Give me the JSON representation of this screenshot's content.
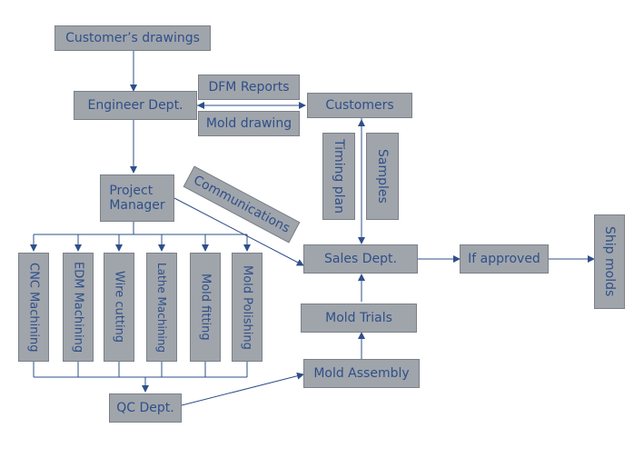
{
  "colors": {
    "box_fill": "#a0a5ab",
    "box_border": "#7a8088",
    "text": "#2f4f8a",
    "arrow": "#2f4f8a"
  },
  "nodes": {
    "customer_drawings": "Customer’s drawings",
    "engineer_dept": "Engineer Dept.",
    "dfm_reports": "DFM Reports",
    "mold_drawing": "Mold drawing",
    "customers": "Customers",
    "timing_plan": "Timing plan",
    "samples": "Samples",
    "project_manager": "Project\nManager",
    "communications": "Communications",
    "sales_dept": "Sales Dept.",
    "if_approved": "If approved",
    "ship_molds": "Ship molds",
    "cnc_machining": "CNC Machining",
    "edm_machining": "EDM Machining",
    "wire_cutting": "Wire cutting",
    "lathe_machining": "Lathe Machining",
    "mold_fitting": "Mold fitting",
    "mold_polishing": "Mold Polishing",
    "mold_trials": "Mold Trials",
    "mold_assembly": "Mold Assembly",
    "qc_dept": "QC Dept."
  }
}
